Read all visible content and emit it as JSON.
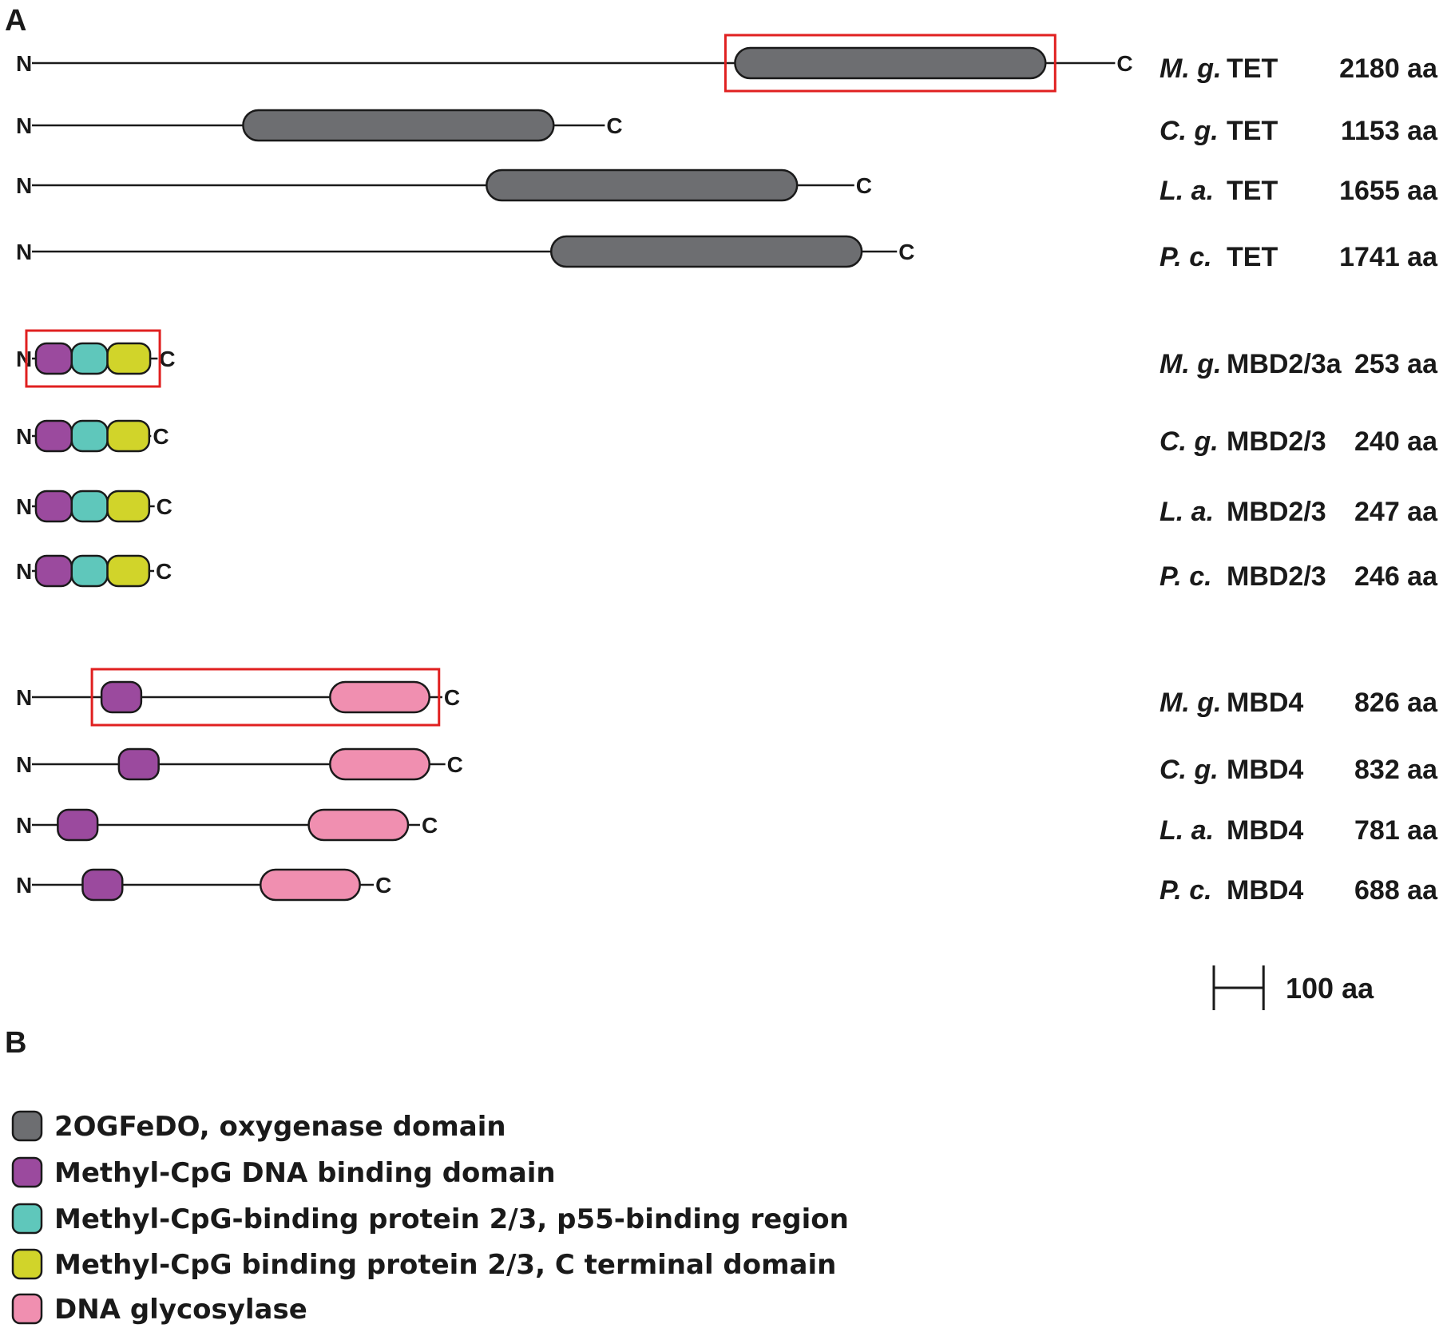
{
  "panels": {
    "a_label": "A",
    "b_label": "B"
  },
  "terminals": {
    "n": "N",
    "c": "C"
  },
  "colors": {
    "oxygenase": "#6d6e71",
    "mbd": "#9b4a9e",
    "p55": "#5fc7bb",
    "cterm": "#d1d42a",
    "glycosylase": "#f08fb0",
    "highlight": "#e02020",
    "stroke": "#1a1a1a"
  },
  "groups": [
    {
      "family": "TET",
      "proteins": [
        {
          "species": "M. g.",
          "name": "TET",
          "length": "2180 aa",
          "length_aa": 2180,
          "highlighted": true,
          "domains": [
            {
              "type": "oxygenase",
              "start": 1415,
              "end": 2040
            }
          ]
        },
        {
          "species": "C. g.",
          "name": "TET",
          "length": "1153 aa",
          "length_aa": 1153,
          "highlighted": false,
          "domains": [
            {
              "type": "oxygenase",
              "start": 425,
              "end": 1050
            }
          ]
        },
        {
          "species": "L. a.",
          "name": "TET",
          "length": "1655 aa",
          "length_aa": 1655,
          "highlighted": false,
          "domains": [
            {
              "type": "oxygenase",
              "start": 915,
              "end": 1540
            }
          ]
        },
        {
          "species": "P. c.",
          "name": "TET",
          "length": "1741 aa",
          "length_aa": 1741,
          "highlighted": false,
          "domains": [
            {
              "type": "oxygenase",
              "start": 1045,
              "end": 1670
            }
          ]
        }
      ]
    },
    {
      "family": "MBD2/3",
      "proteins": [
        {
          "species": "M. g.",
          "name": "MBD2/3a",
          "length": "253 aa",
          "length_aa": 253,
          "highlighted": true,
          "domains": [
            {
              "type": "mbd",
              "start": 8,
              "end": 80
            },
            {
              "type": "p55",
              "start": 80,
              "end": 152
            },
            {
              "type": "cterm",
              "start": 152,
              "end": 238
            }
          ]
        },
        {
          "species": "C. g.",
          "name": "MBD2/3",
          "length": "240 aa",
          "length_aa": 240,
          "highlighted": false,
          "domains": [
            {
              "type": "mbd",
              "start": 8,
              "end": 80
            },
            {
              "type": "p55",
              "start": 80,
              "end": 152
            },
            {
              "type": "cterm",
              "start": 152,
              "end": 236
            }
          ]
        },
        {
          "species": "L. a.",
          "name": "MBD2/3",
          "length": "247 aa",
          "length_aa": 247,
          "highlighted": false,
          "domains": [
            {
              "type": "mbd",
              "start": 8,
              "end": 80
            },
            {
              "type": "p55",
              "start": 80,
              "end": 152
            },
            {
              "type": "cterm",
              "start": 152,
              "end": 236
            }
          ]
        },
        {
          "species": "P. c.",
          "name": "MBD2/3",
          "length": "246 aa",
          "length_aa": 246,
          "highlighted": false,
          "domains": [
            {
              "type": "mbd",
              "start": 8,
              "end": 80
            },
            {
              "type": "p55",
              "start": 80,
              "end": 152
            },
            {
              "type": "cterm",
              "start": 152,
              "end": 236
            }
          ]
        }
      ]
    },
    {
      "family": "MBD4",
      "proteins": [
        {
          "species": "M. g.",
          "name": "MBD4",
          "length": "826 aa",
          "length_aa": 826,
          "highlighted": true,
          "domains": [
            {
              "type": "mbd",
              "start": 140,
              "end": 220
            },
            {
              "type": "glycosylase",
              "start": 600,
              "end": 800
            }
          ]
        },
        {
          "species": "C. g.",
          "name": "MBD4",
          "length": "832 aa",
          "length_aa": 832,
          "highlighted": false,
          "domains": [
            {
              "type": "mbd",
              "start": 175,
              "end": 255
            },
            {
              "type": "glycosylase",
              "start": 600,
              "end": 800
            }
          ]
        },
        {
          "species": "L. a.",
          "name": "MBD4",
          "length": "781 aa",
          "length_aa": 781,
          "highlighted": false,
          "domains": [
            {
              "type": "mbd",
              "start": 52,
              "end": 132
            },
            {
              "type": "glycosylase",
              "start": 557,
              "end": 757
            }
          ]
        },
        {
          "species": "P. c.",
          "name": "MBD4",
          "length": "688 aa",
          "length_aa": 688,
          "highlighted": false,
          "domains": [
            {
              "type": "mbd",
              "start": 102,
              "end": 182
            },
            {
              "type": "glycosylase",
              "start": 460,
              "end": 660
            }
          ]
        }
      ]
    }
  ],
  "scale_bar": {
    "label": "100 aa",
    "length_aa": 100
  },
  "legend": [
    {
      "type": "oxygenase",
      "label": "2OGFeDO, oxygenase domain",
      "icon": "oxygenase-swatch-icon"
    },
    {
      "type": "mbd",
      "label": "Methyl-CpG DNA binding domain",
      "icon": "mbd-swatch-icon"
    },
    {
      "type": "p55",
      "label": "Methyl-CpG-binding protein 2/3, p55-binding region",
      "icon": "p55-swatch-icon"
    },
    {
      "type": "cterm",
      "label": "Methyl-CpG binding protein 2/3, C terminal domain",
      "icon": "cterm-swatch-icon"
    },
    {
      "type": "glycosylase",
      "label": "DNA glycosylase",
      "icon": "glycosylase-swatch-icon"
    }
  ]
}
